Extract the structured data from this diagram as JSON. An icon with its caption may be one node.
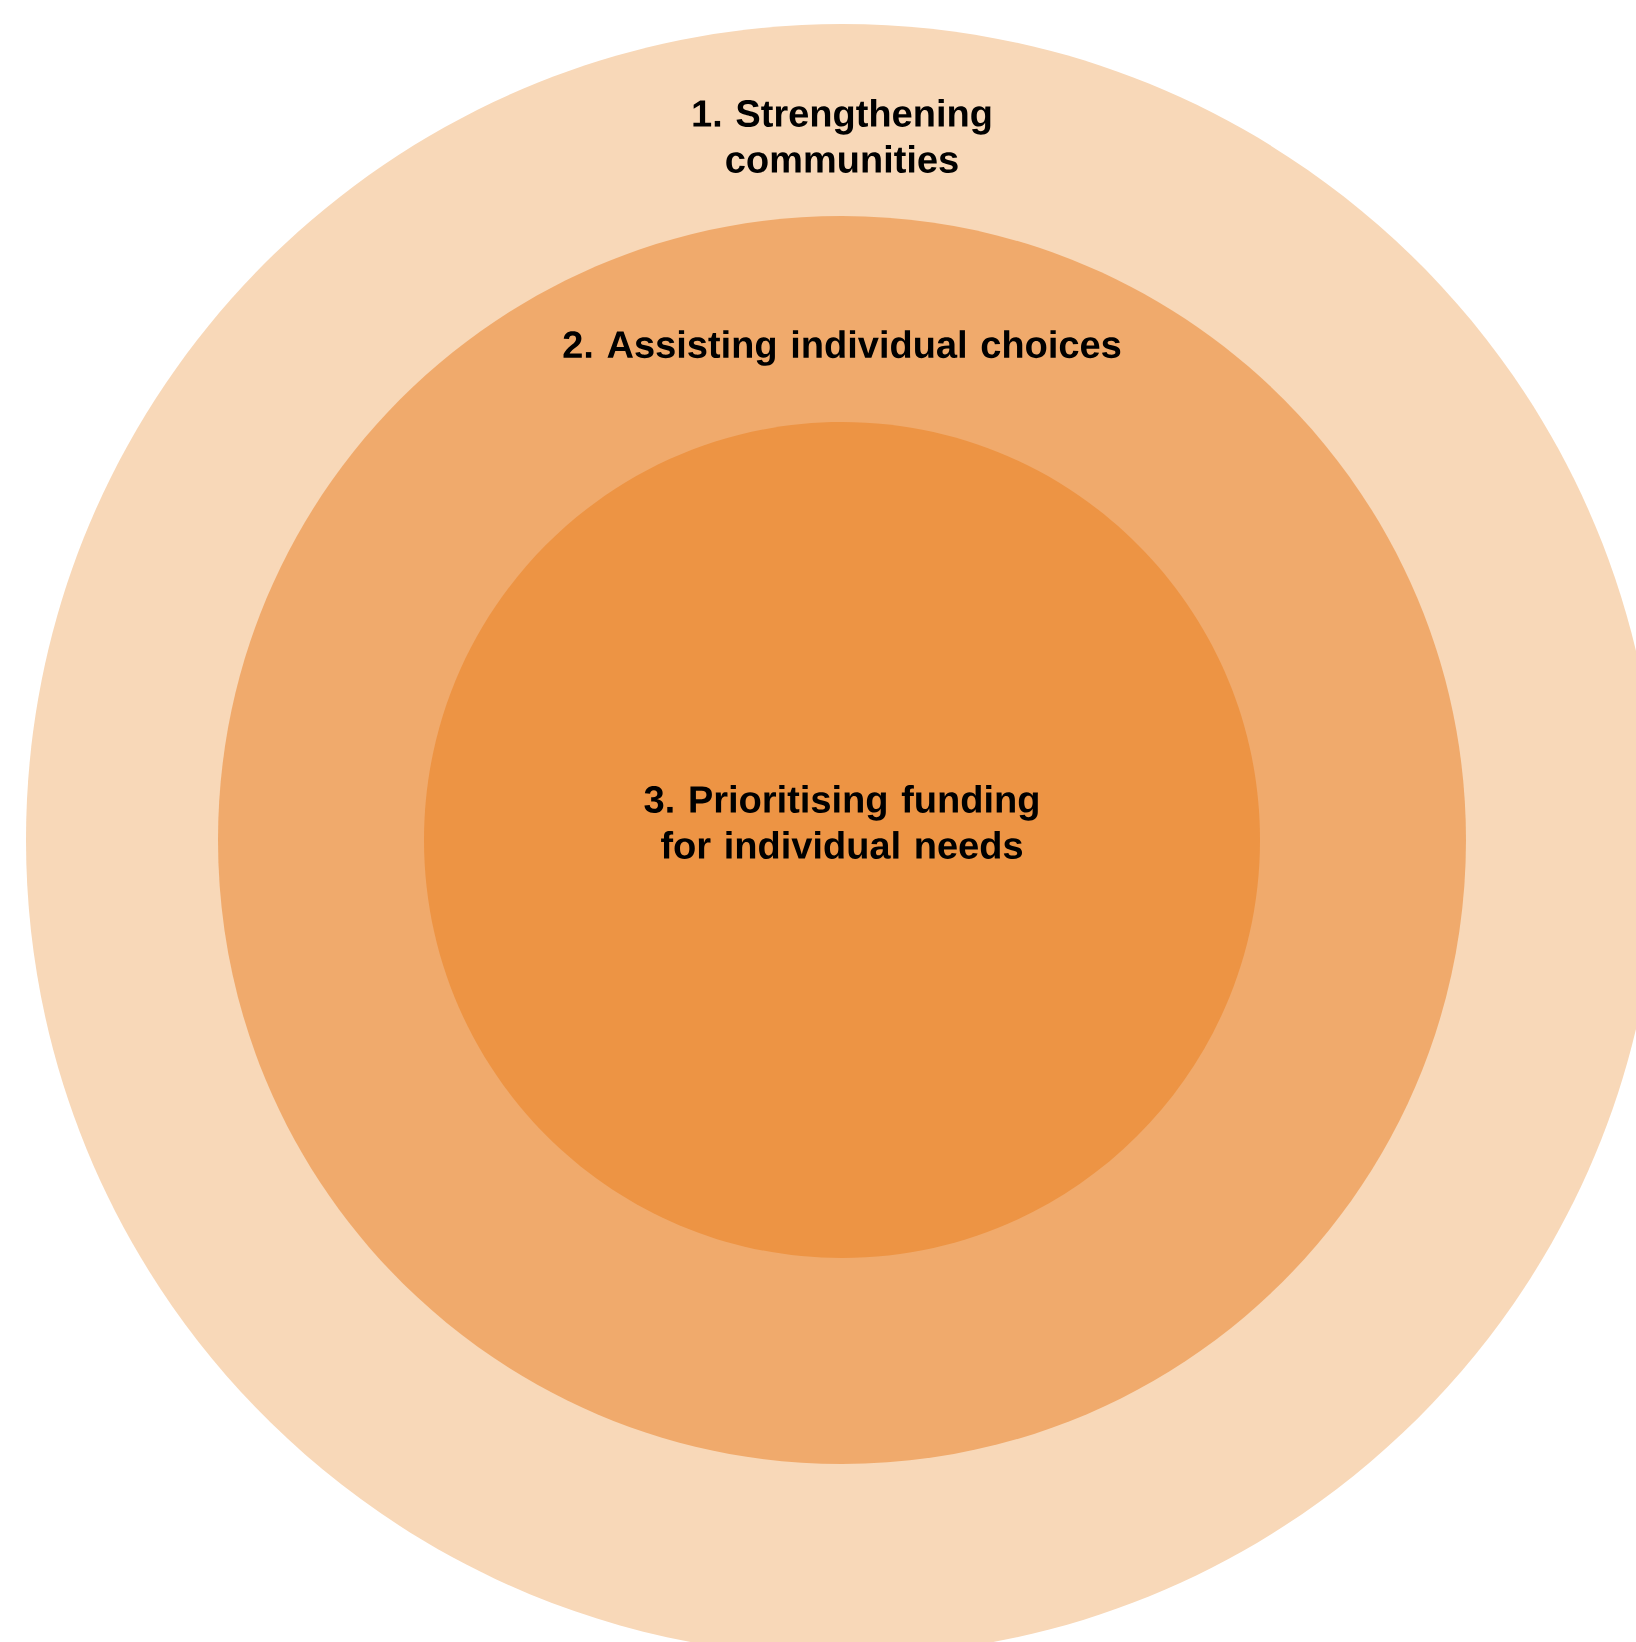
{
  "diagram": {
    "nodes": [
      {
        "text": [
          "1. Strengthening communities"
        ]
      },
      {
        "text": [
          "2. Assisting individual choices"
        ],
        "in": 0
      },
      {
        "text": [
          "3. Prioritising funding for individual needs"
        ],
        "in": 1
      }
    ]
  }
}
